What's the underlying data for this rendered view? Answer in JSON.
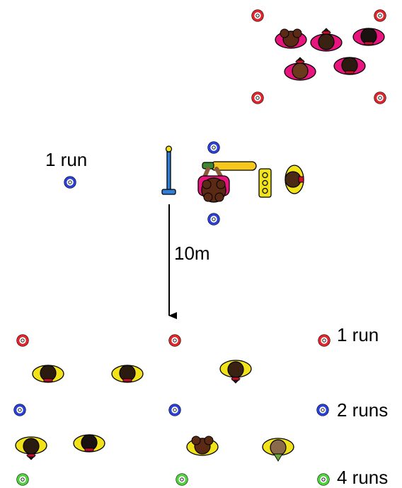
{
  "labels": {
    "side_run": "1 run",
    "distance": "10m",
    "legend_red": "1 run",
    "legend_blue": "2 runs",
    "legend_green": "4 runs"
  },
  "colors": {
    "cone_red": "#e0242b",
    "cone_blue": "#2a3fd6",
    "cone_green": "#4cd23a",
    "pink_bib": "#e8157f",
    "yellow_bib": "#f2e21a",
    "stump_blue": "#2f7fd6",
    "bat_yellow": "#f6c81c"
  },
  "icons": [
    "cone-icon",
    "stump-icon",
    "batter-icon",
    "bowler-icon",
    "fielder-icon",
    "bat-icon",
    "ball-bucket-icon",
    "arrow-icon"
  ]
}
